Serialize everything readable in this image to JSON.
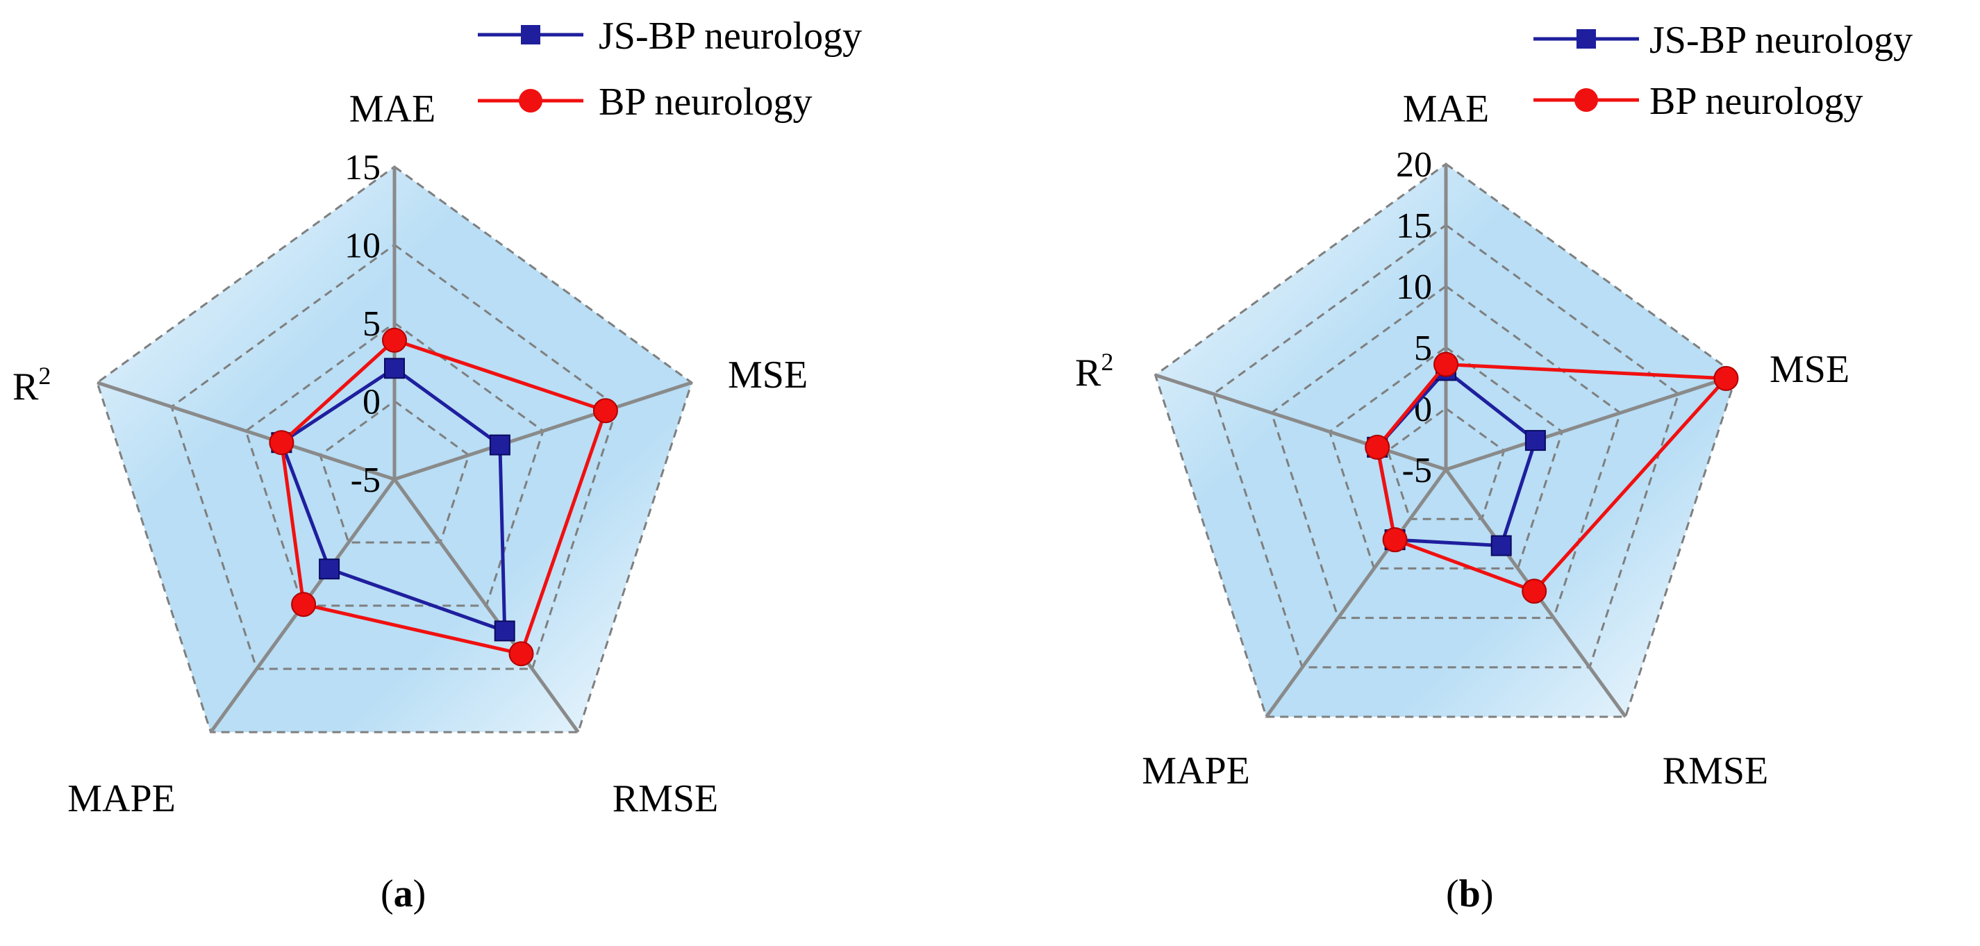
{
  "colors": {
    "js_bp": "#1f1f9e",
    "bp": "#f01010",
    "axis": "#8a8a8a",
    "grid": "#7f7f7f",
    "fill_inner": "#b9def5",
    "fill_outer": "#f4fafe"
  },
  "chart_data": [
    {
      "type": "radar",
      "caption": "(a)",
      "caption_letter": "a",
      "axes": [
        "MAE",
        "MSE",
        "RMSE",
        "MAPE",
        "R2"
      ],
      "axis_label_main": [
        "MAE",
        "MSE",
        "RMSE",
        "MAPE",
        "R"
      ],
      "axis_label_sup": [
        "",
        "",
        "",
        "",
        "2"
      ],
      "range": [
        -5,
        15
      ],
      "ticks": [
        "-5",
        "0",
        "5",
        "10",
        "15"
      ],
      "grid": true,
      "legend_position": "top",
      "series": [
        {
          "name": "JS-BP neurology",
          "marker": "square",
          "values": [
            2.1,
            2.1,
            7.0,
            2.1,
            2.6
          ]
        },
        {
          "name": "BP neurology",
          "marker": "circle",
          "values": [
            3.9,
            9.2,
            8.8,
            4.9,
            2.6
          ]
        }
      ]
    },
    {
      "type": "radar",
      "caption": "(b)",
      "caption_letter": "b",
      "axes": [
        "MAE",
        "MSE",
        "RMSE",
        "MAPE",
        "R2"
      ],
      "axis_label_main": [
        "MAE",
        "MSE",
        "RMSE",
        "MAPE",
        "R"
      ],
      "axis_label_sup": [
        "",
        "",
        "",
        "",
        "2"
      ],
      "range": [
        -5,
        20
      ],
      "ticks": [
        "-5",
        "0",
        "5",
        "10",
        "15",
        "20"
      ],
      "grid": true,
      "legend_position": "top-right",
      "series": [
        {
          "name": "JS-BP neurology",
          "marker": "square",
          "values": [
            3.1,
            2.7,
            2.7,
            2.1,
            0.9
          ]
        },
        {
          "name": "BP neurology",
          "marker": "circle",
          "values": [
            3.6,
            19.1,
            7.3,
            2.1,
            0.9
          ]
        }
      ]
    }
  ]
}
